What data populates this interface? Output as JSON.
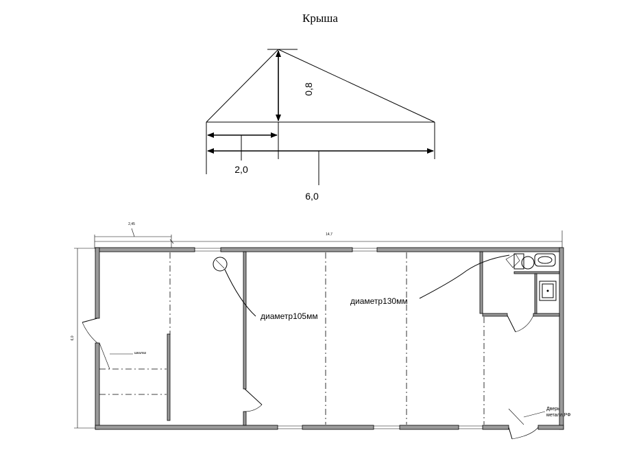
{
  "roof": {
    "title": "Крыша",
    "height_label": "0,8",
    "left_span_label": "2,0",
    "total_span_label": "6,0"
  },
  "plan": {
    "top_small_dim": "2,45",
    "top_total_dim": "14,7",
    "left_height_dim": "6,0",
    "pipe_left_label": "диаметр105мм",
    "pipe_right_label": "диаметр130мм",
    "room_label_left": "шкалаз",
    "door_label_line1": "Дверь",
    "door_label_line2": "металл,РФ"
  }
}
